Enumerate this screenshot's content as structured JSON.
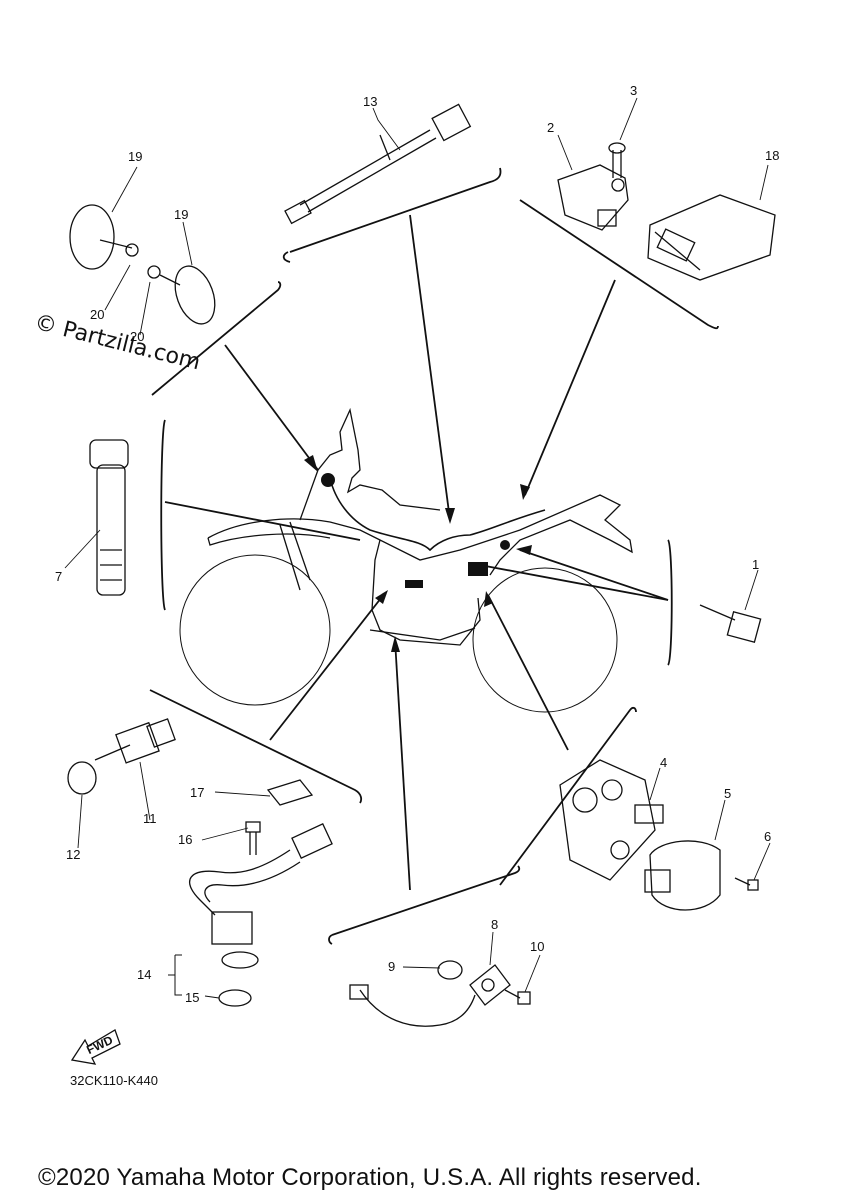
{
  "watermark": "© Partzilla.com",
  "diagram_code": "32CK110-K440",
  "fwd_label": "FWD",
  "copyright": "©2020 Yamaha Motor Corporation, U.S.A. All rights reserved.",
  "callouts": {
    "c1": "1",
    "c2": "2",
    "c3": "3",
    "c4": "4",
    "c5": "5",
    "c6": "6",
    "c7": "7",
    "c8": "8",
    "c9": "9",
    "c10": "10",
    "c11": "11",
    "c12": "12",
    "c13": "13",
    "c14": "14",
    "c15": "15",
    "c16": "16",
    "c17": "17",
    "c18": "18",
    "c19a": "19",
    "c19b": "19",
    "c20a": "20",
    "c20b": "20"
  }
}
